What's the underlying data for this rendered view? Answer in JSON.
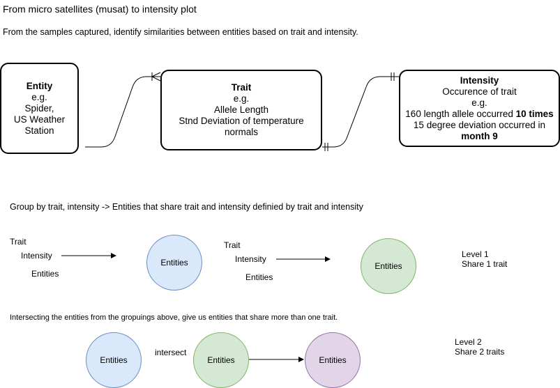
{
  "header": {
    "title": "From micro satellites (musat) to intensity plot",
    "subtitle": "From the samples captured, identify similarities between entities based on trait and intensity."
  },
  "er": {
    "entity": {
      "heading": "Entity",
      "lines": [
        "e.g.",
        "Spider,",
        "US Weather",
        "Station"
      ]
    },
    "trait": {
      "heading": "Trait",
      "lines": [
        "e.g.",
        "Allele Length",
        "Stnd Deviation of temperature",
        "normals"
      ]
    },
    "intensity": {
      "heading": "Intensity",
      "line1": "Occurence of trait",
      "line2": "e.g.",
      "line3_prefix": "160 length allele occurred ",
      "line3_bold": "10 times",
      "line4": "15 degree deviation occurred in",
      "line5_bold": "month 9"
    }
  },
  "group": {
    "heading": "Group by trait, intensity ->  Entities that share trait and intensity definied by trait and intensity",
    "left_stack": {
      "trait": "Trait",
      "intensity": "Intensity",
      "entities": "Entities"
    },
    "circle1": "Entities",
    "mid_stack": {
      "trait": "Trait",
      "intensity": "Intensity",
      "entities": "Entities"
    },
    "circle2": "Entities",
    "level1": {
      "title": "Level 1",
      "desc": "Share 1 trait"
    }
  },
  "intersect": {
    "heading": "Intersecting the entities from the gropuings above, give us entities that share more than one trait.",
    "circle_a": "Entities",
    "op": "intersect",
    "circle_b": "Entities",
    "circle_result": "Entities",
    "level2": {
      "title": "Level 2",
      "desc": "Share 2 traits"
    }
  },
  "colors": {
    "blue_fill": "#dae8fc",
    "blue_stroke": "#6c8ebf",
    "green_fill": "#d5e8d4",
    "green_stroke": "#82b366",
    "purple_fill": "#e1d5e7",
    "purple_stroke": "#9673a6"
  }
}
